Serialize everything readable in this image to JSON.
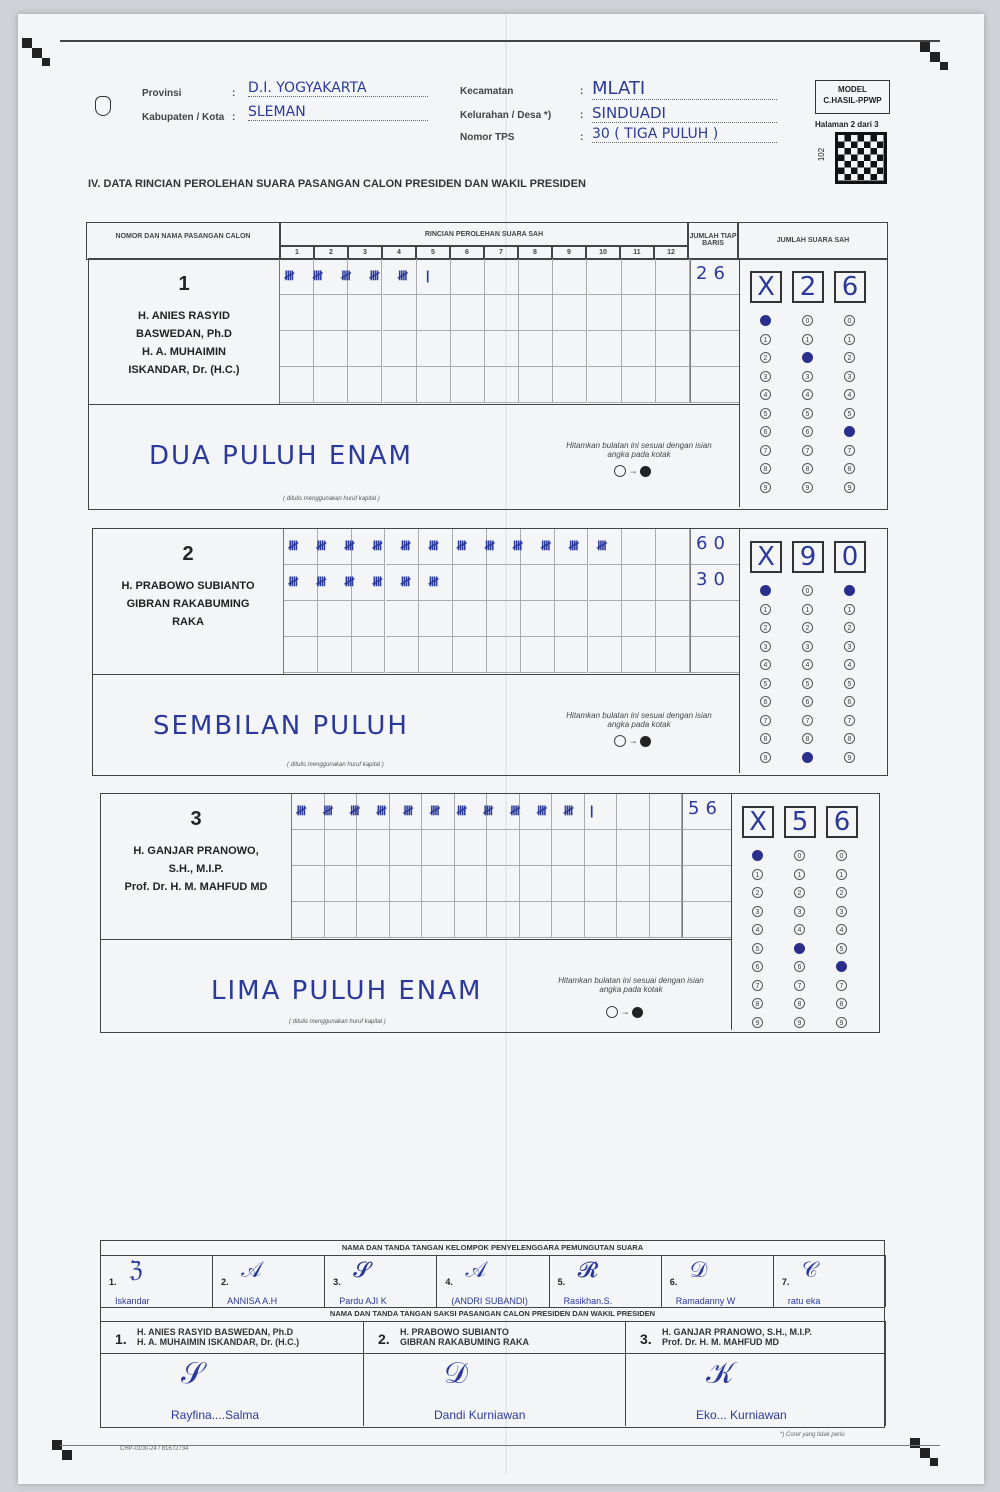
{
  "header": {
    "provinsi_label": "Provinsi",
    "provinsi_value": "D.I. YOGYAKARTA",
    "kabupaten_label": "Kabupaten / Kota",
    "kabupaten_value": "SLEMAN",
    "kecamatan_label": "Kecamatan",
    "kecamatan_value": "MLATI",
    "kelurahan_label": "Kelurahan / Desa *)",
    "kelurahan_value": "SINDUADI",
    "tps_label": "Nomor TPS",
    "tps_value": "30 ( TIGA PULUH )",
    "model_line1": "MODEL",
    "model_line2": "C.HASIL-PPWP",
    "page": "Halaman 2 dari 3",
    "qr_number": "102"
  },
  "section_title": "IV.   DATA RINCIAN PEROLEHAN SUARA PASANGAN CALON PRESIDEN DAN WAKIL PRESIDEN",
  "table_header": {
    "candidate": "NOMOR DAN NAMA PASANGAN CALON",
    "breakdown": "RINCIAN PEROLEHAN SUARA SAH",
    "columns": [
      "1",
      "2",
      "3",
      "4",
      "5",
      "6",
      "7",
      "8",
      "9",
      "10",
      "11",
      "12"
    ],
    "row_total": "JUMLAH TIAP BARIS",
    "total": "JUMLAH SUARA SAH"
  },
  "candidates": [
    {
      "number": "1",
      "name_lines": [
        "H. ANIES RASYID",
        "BASWEDAN, Ph.D",
        "H. A. MUHAIMIN",
        "ISKANDAR, Dr. (H.C.)"
      ],
      "tally_rows": [
        "𝍸 𝍸 𝍸 𝍸 𝍸 |",
        "",
        "",
        ""
      ],
      "row_totals": [
        "26",
        "",
        "",
        ""
      ],
      "total_boxes": [
        "X",
        "2",
        "6"
      ],
      "digits": [
        null,
        2,
        6
      ],
      "in_words": "DUA PULUH ENAM"
    },
    {
      "number": "2",
      "name_lines": [
        "H. PRABOWO SUBIANTO",
        "GIBRAN RAKABUMING",
        "RAKA"
      ],
      "tally_rows": [
        "𝍸 𝍸 𝍸 𝍸 𝍸 𝍸 𝍸 𝍸 𝍸 𝍸 𝍸 𝍸",
        "𝍸 𝍸 𝍸 𝍸 𝍸 𝍸",
        "",
        ""
      ],
      "row_totals": [
        "60",
        "30",
        "",
        ""
      ],
      "total_boxes": [
        "X",
        "9",
        "0"
      ],
      "digits": [
        null,
        9,
        0
      ],
      "in_words": "SEMBILAN PULUH"
    },
    {
      "number": "3",
      "name_lines": [
        "H. GANJAR PRANOWO,",
        "S.H., M.I.P.",
        "Prof. Dr. H. M. MAHFUD MD"
      ],
      "tally_rows": [
        "𝍸 𝍸 𝍸 𝍸 𝍸 𝍸 𝍸 𝍸 𝍸 𝍸 𝍸 |",
        "",
        "",
        ""
      ],
      "row_totals": [
        "56",
        "",
        "",
        ""
      ],
      "total_boxes": [
        "X",
        "5",
        "6"
      ],
      "digits": [
        null,
        5,
        6
      ],
      "in_words": "LIMA PULUH ENAM"
    }
  ],
  "hint_text": "Hitamkan bulatan ini sesuai dengan isian angka pada kotak",
  "words_caption": "( ditulis menggunakan huruf kapital )",
  "signatures": {
    "kpps_title": "NAMA DAN TANDA TANGAN KELOMPOK PENYELENGGARA PEMUNGUTAN SUARA",
    "kpps": [
      {
        "n": "1.",
        "name": "Iskandar"
      },
      {
        "n": "2.",
        "name": "ANNISA A.H"
      },
      {
        "n": "3.",
        "name": "Pardu AJI K"
      },
      {
        "n": "4.",
        "name": "(ANDRI SUBANDI)"
      },
      {
        "n": "5.",
        "name": "Rasikhan.S."
      },
      {
        "n": "6.",
        "name": "Ramadanny W"
      },
      {
        "n": "7.",
        "name": "ratu eka"
      }
    ],
    "witness_title": "NAMA DAN TANDA TANGAN SAKSI PASANGAN CALON PRESIDEN DAN WAKIL PRESIDEN",
    "witnesses": [
      {
        "n": "1.",
        "head1": "H. ANIES RASYID BASWEDAN, Ph.D",
        "head2": "H. A. MUHAIMIN ISKANDAR, Dr. (H.C.)",
        "name": "Rayfina....Salma"
      },
      {
        "n": "2.",
        "head1": "H. PRABOWO SUBIANTO",
        "head2": "GIBRAN RAKABUMING RAKA",
        "name": "Dandi Kurniawan"
      },
      {
        "n": "3.",
        "head1": "H. GANJAR PRANOWO, S.H., M.I.P.",
        "head2": "Prof. Dr. H. M. MAHFUD MD",
        "name": "Eko... Kurniawan"
      }
    ],
    "note": "*) Coret yang tidak perlu"
  },
  "footer_code": "CHP-0100-24 / 81672734"
}
